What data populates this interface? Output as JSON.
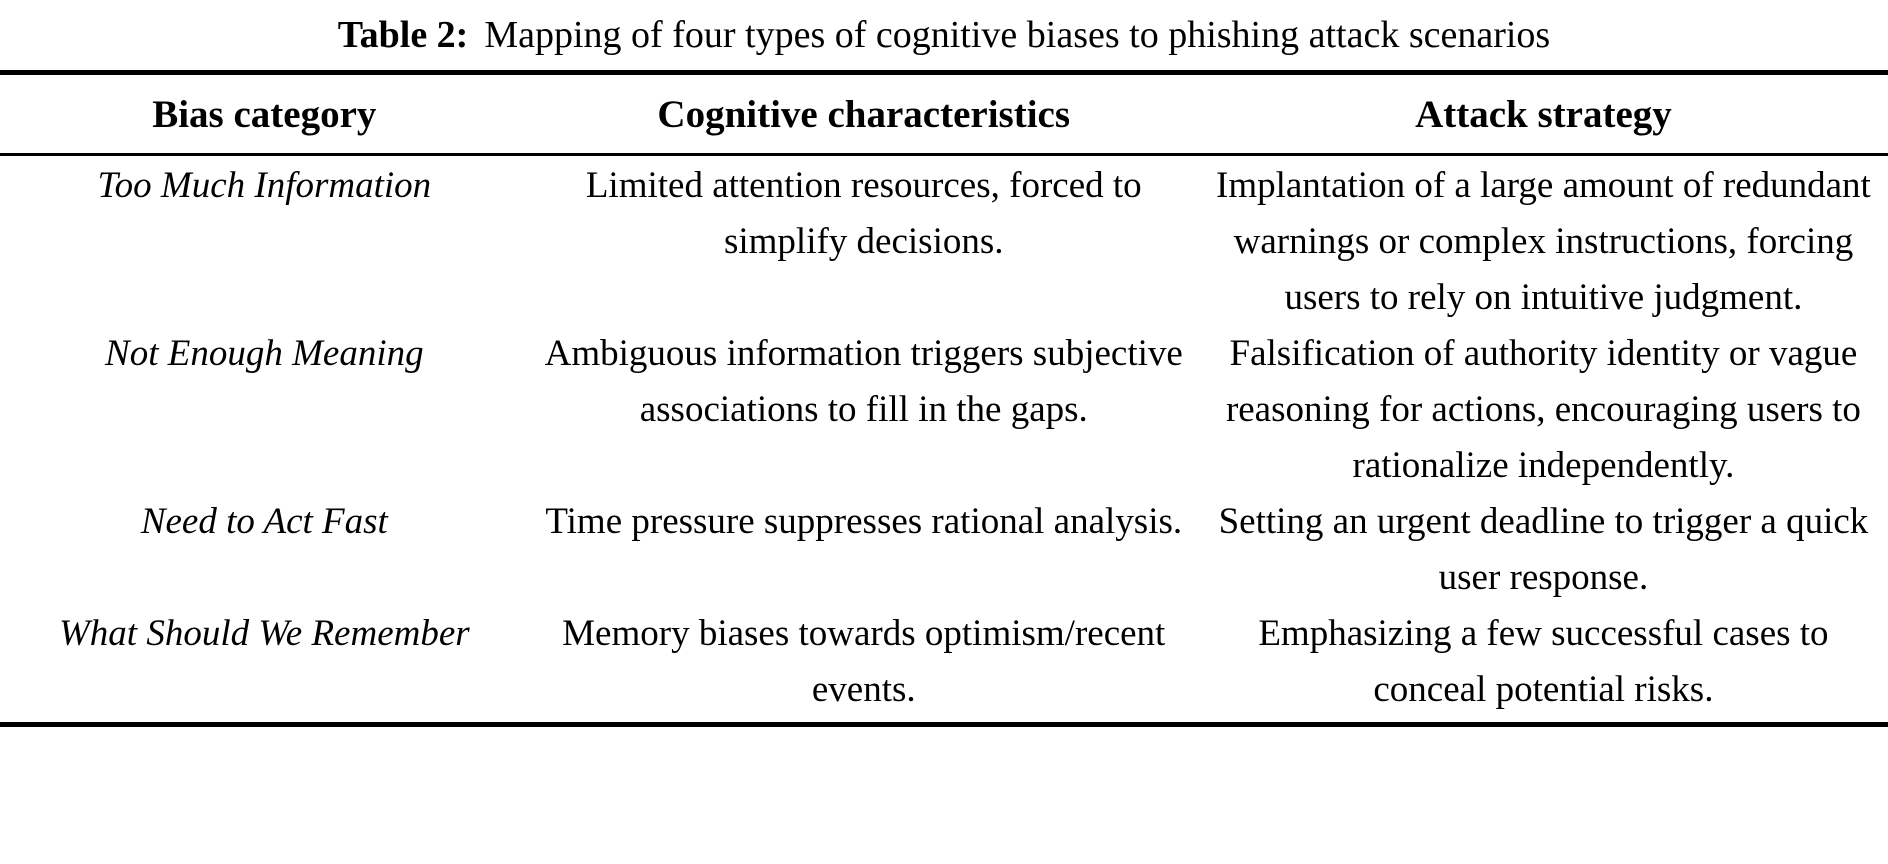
{
  "caption": {
    "label": "Table 2:",
    "text": "Mapping of four types of cognitive biases to phishing attack scenarios"
  },
  "table": {
    "headers": [
      "Bias category",
      "Cognitive characteristics",
      "Attack strategy"
    ],
    "rows": [
      {
        "bias": "Too Much Information",
        "cognitive": "Limited attention resources, forced to simplify decisions.",
        "attack": "Implantation of a large amount of redundant warnings or complex instructions, forcing users to rely on intuitive judgment."
      },
      {
        "bias": "Not Enough Meaning",
        "cognitive": "Ambiguous information triggers subjective associations to fill in the gaps.",
        "attack": "Falsification of authority identity or vague reasoning for actions, encouraging users to rationalize independently."
      },
      {
        "bias": "Need to Act Fast",
        "cognitive": "Time pressure suppresses rational analysis.",
        "attack": "Setting an urgent deadline to trigger a quick user response."
      },
      {
        "bias": "What Should We Remember",
        "cognitive": "Memory biases towards optimism/recent events.",
        "attack": "Emphasizing a few successful cases to conceal potential risks."
      }
    ]
  },
  "colors": {
    "text": "#000000",
    "background": "#ffffff",
    "rules": "#000000"
  }
}
